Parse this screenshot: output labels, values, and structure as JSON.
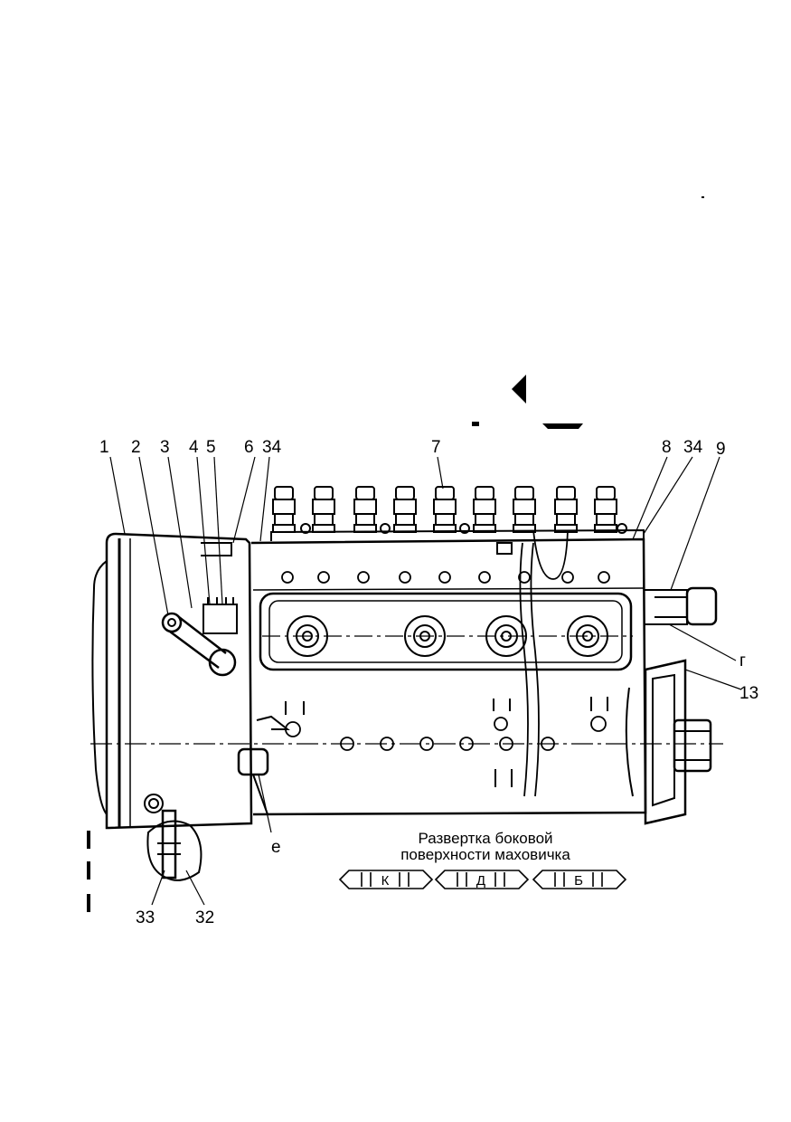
{
  "callouts": {
    "n1": "1",
    "n2": "2",
    "n3": "3",
    "n4": "4",
    "n5": "5",
    "n6": "6",
    "n34a": "34",
    "n7": "7",
    "n8": "8",
    "n34b": "34",
    "n9": "9",
    "ng": "г",
    "n13": "13",
    "ne": "е",
    "n33": "33",
    "n32": "32"
  },
  "flywheel_note": {
    "line1": "Развертка боковой",
    "line2": "поверхности маховичка",
    "marks": [
      "К",
      "Д",
      "Б"
    ]
  }
}
